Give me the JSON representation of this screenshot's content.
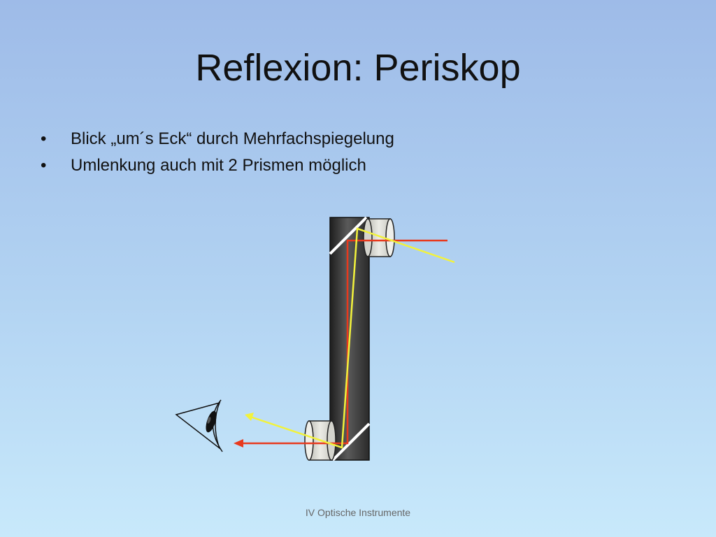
{
  "slide": {
    "title": "Reflexion: Periskop",
    "bullets": [
      "Blick „um´s Eck“ durch Mehrfachspiegelung",
      "Umlenkung auch mit 2 Prismen möglich"
    ],
    "bullet_glyph": "•",
    "footer": "IV Optische Instrumente"
  },
  "colors": {
    "ray_red": "#e8391d",
    "ray_yellow": "#f2f23c",
    "tube_dark": "#3a3a3a",
    "lens": "#e0e0d8"
  }
}
